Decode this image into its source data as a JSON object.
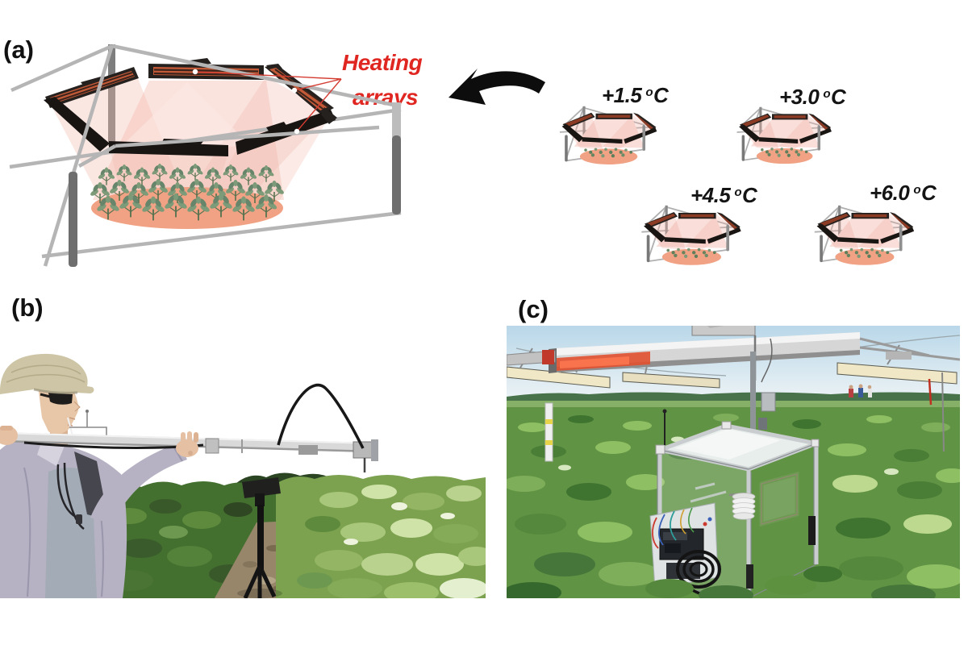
{
  "panel_a": {
    "label": "(a)",
    "annotation_line1": "Heating",
    "annotation_line2": "arrays",
    "treatments": [
      {
        "value": "+1.5",
        "degree": "o",
        "unit": "C"
      },
      {
        "value": "+3.0",
        "degree": "o",
        "unit": "C"
      },
      {
        "value": "+4.5",
        "degree": "o",
        "unit": "C"
      },
      {
        "value": "+6.0",
        "degree": "o",
        "unit": "C"
      }
    ],
    "colors": {
      "annotation_red": "#e02620",
      "heater_body_black": "#25211f",
      "heater_face_orange": "#c25a38",
      "heat_cone_pink": "#f6cdc6",
      "heated_ground_salmon": "#f1a284",
      "plant_green": "#7e9b79",
      "frame_gray": "#b5b5b5"
    }
  },
  "panel_b": {
    "label": "(b)"
  },
  "panel_c": {
    "label": "(c)"
  }
}
